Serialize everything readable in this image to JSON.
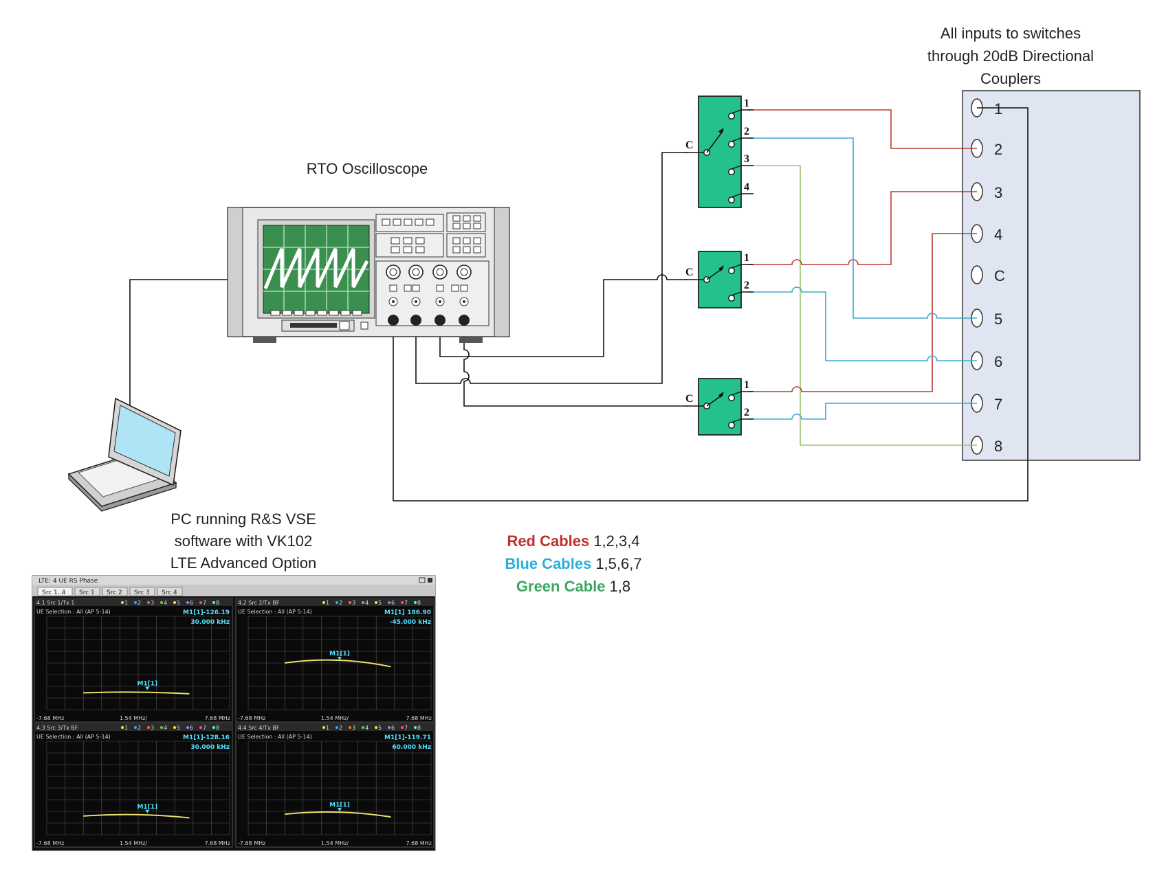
{
  "coupler_note": [
    "All inputs to switches",
    "through 20dB Directional",
    "Couplers"
  ],
  "scope_label": "RTO Oscilloscope",
  "pc_label": [
    "PC running R&S VSE",
    "software with VK102",
    "LTE Advanced Option"
  ],
  "switch_labels": {
    "common": "C",
    "sw1": [
      "1",
      "2",
      "3",
      "4"
    ],
    "sw2": [
      "1",
      "2"
    ],
    "sw3": [
      "1",
      "2"
    ]
  },
  "coupler_ports": [
    "1",
    "2",
    "3",
    "4",
    "C",
    "5",
    "6",
    "7",
    "8"
  ],
  "legend": [
    {
      "name": "Red Cables",
      "ports": "1,2,3,4",
      "color": "#c0302c"
    },
    {
      "name": "Blue Cables",
      "ports": "1,5,6,7",
      "color": "#2bb0d8"
    },
    {
      "name": "Green Cable",
      "ports": "1,8",
      "color": "#3aa860"
    }
  ],
  "cable_colors": {
    "red": "#b83a36",
    "blue": "#3aa8d0",
    "green": "#9cc46a",
    "black": "#111111"
  },
  "vse_screen": {
    "window_title": "LTE: 4 UE RS Phase",
    "tabs": [
      "Src 1..4",
      "Src 1",
      "Src 2",
      "Src 3",
      "Src 4"
    ],
    "panes": [
      {
        "title": "4.1 Src 1/Tx 1",
        "selection": "UE Selection : All (AP 5-14)",
        "marker": "M1[1]",
        "value": "-126.19",
        "freq": "30.000 kHz",
        "marker_label": "M1[1]"
      },
      {
        "title": "4.2 Src 2/Tx BF",
        "selection": "UE Selection : All (AP 5-14)",
        "marker": "M1[1]",
        "value": "186.90",
        "freq": "-45.000 kHz",
        "marker_label": "M1[1]"
      },
      {
        "title": "4.3 Src 3/Tx BF",
        "selection": "UE Selection : All (AP 5-14)",
        "marker": "M1[1]",
        "value": "-128.16",
        "freq": "30.000 kHz",
        "marker_label": "M1[1]"
      },
      {
        "title": "4.4 Src 4/Tx BF",
        "selection": "UE Selection : All (AP 5-14)",
        "marker": "M1[1]",
        "value": "-119.71",
        "freq": "60.000 kHz",
        "marker_label": "M1[1]"
      }
    ],
    "axis": [
      "-7.68 MHz",
      "1.54 MHz/",
      "7.68 MHz"
    ],
    "legend_items": [
      "1",
      "2",
      "3",
      "4",
      "5",
      "6",
      "7",
      "8"
    ]
  }
}
